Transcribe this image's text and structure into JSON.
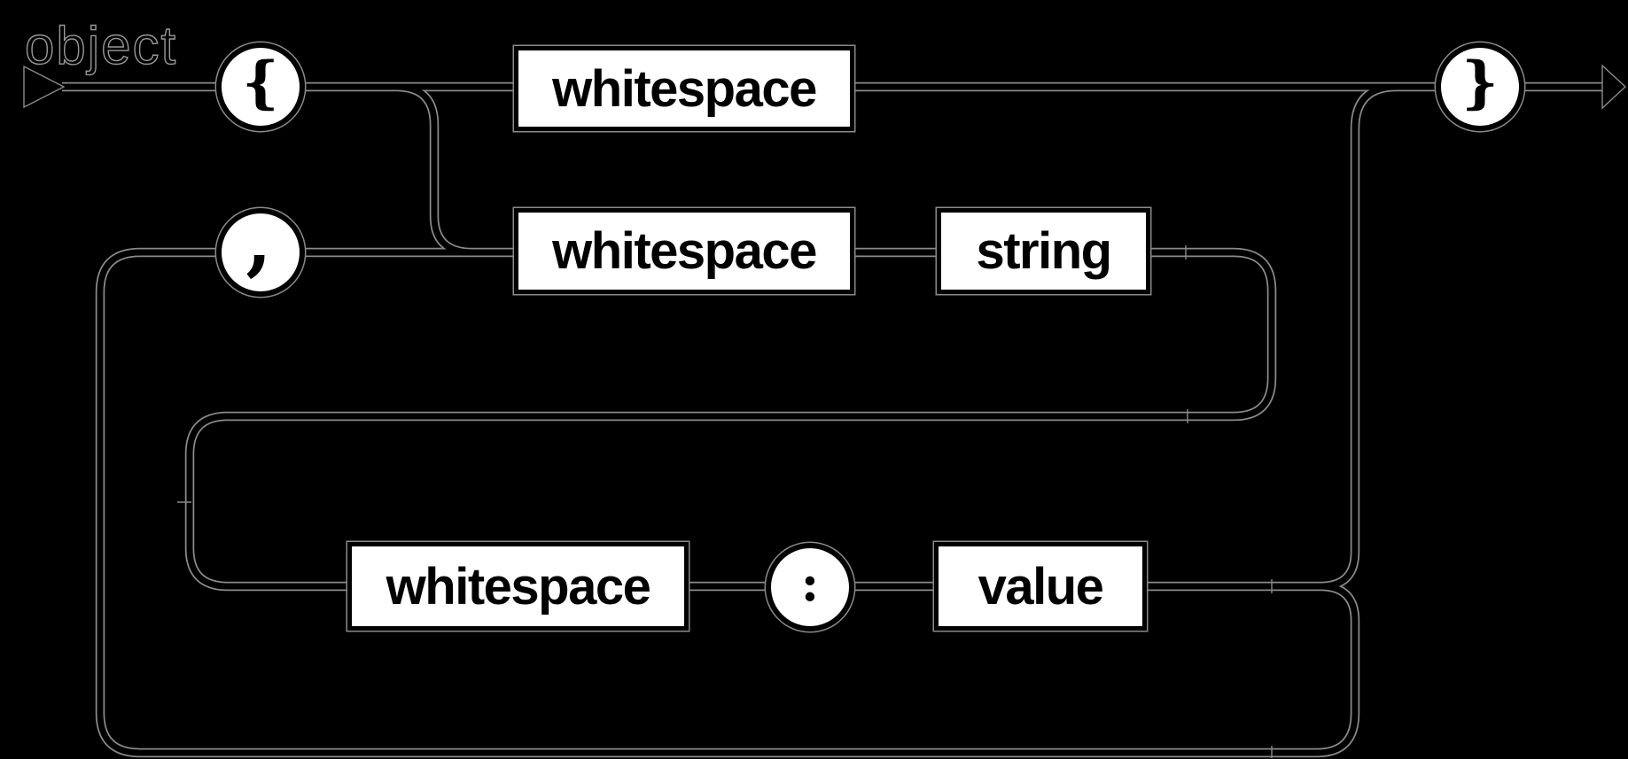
{
  "diagram": {
    "rule_label": "object",
    "boxes": {
      "whitespace_top": "whitespace",
      "whitespace_mid": "whitespace",
      "string": "string",
      "whitespace_bottom": "whitespace",
      "value": "value"
    },
    "terminals": {
      "open_brace": "{",
      "comma": ",",
      "colon": ":",
      "close_brace": "}"
    },
    "colors": {
      "background": "#000000",
      "node_fill": "#ffffff",
      "line_core": "#000000",
      "line_halo": "#8a8a8a",
      "text": "#000000"
    }
  }
}
